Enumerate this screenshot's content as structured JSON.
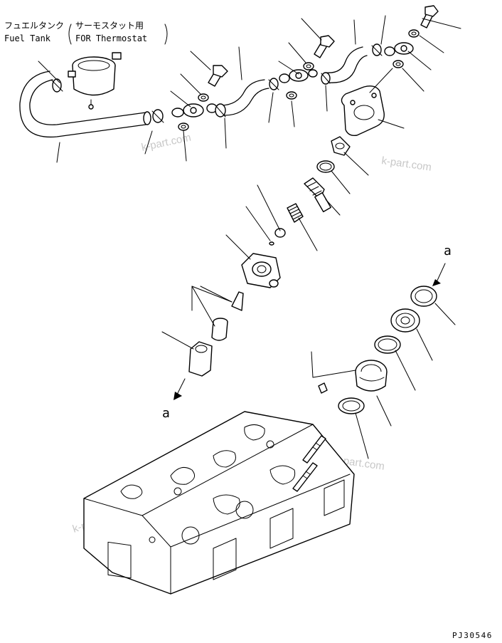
{
  "labels": {
    "fuel_tank_jp": "フュエルタンク",
    "fuel_tank_en": "Fuel Tank",
    "thermostat_jp": "サーモスタット用",
    "thermostat_en": "FOR Thermostat",
    "ref_a_top": "a",
    "ref_a_bottom": "a",
    "drawing_number": "PJ30546"
  },
  "watermarks": [
    "k-part.com",
    "k-part.com",
    "k-part.com",
    "k-part.com"
  ],
  "colors": {
    "line": "#000000",
    "background": "#ffffff",
    "watermark": "#c8c8c8"
  }
}
